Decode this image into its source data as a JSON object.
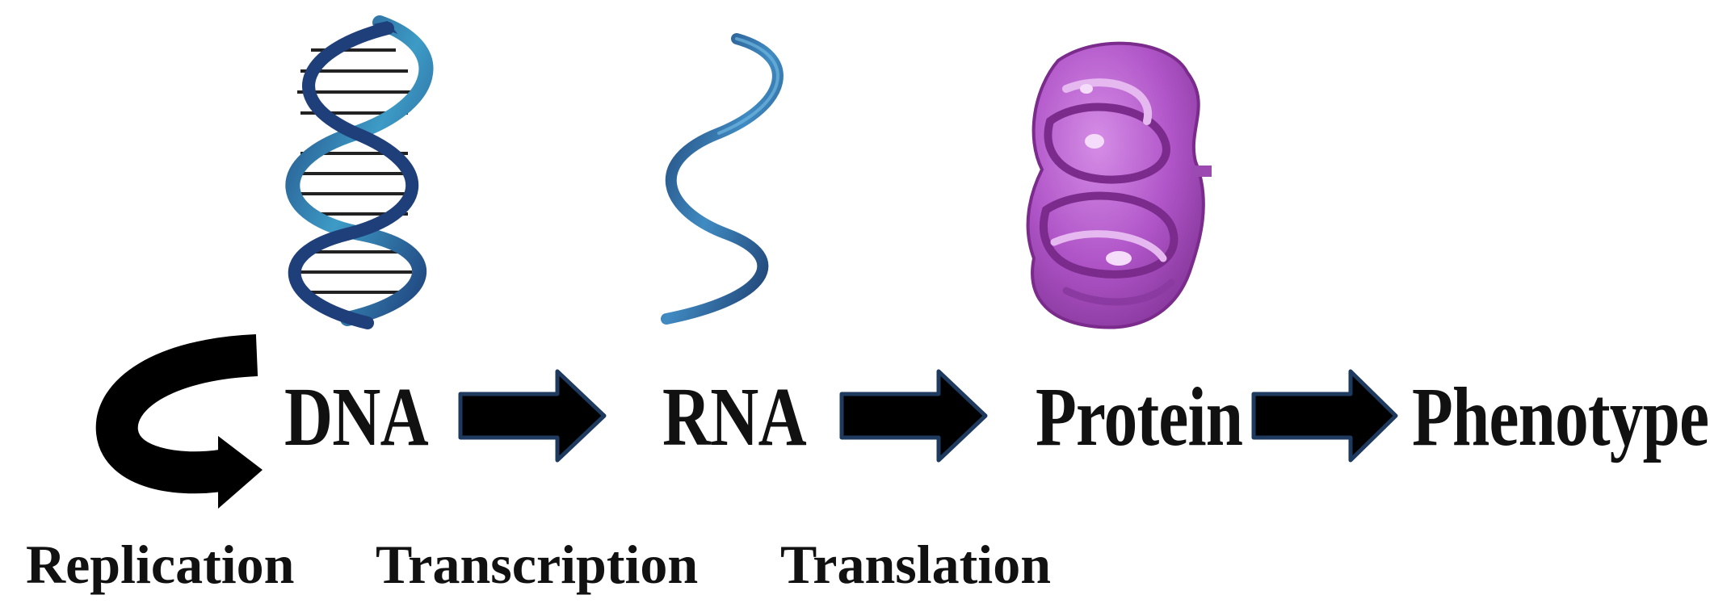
{
  "stages": {
    "dna": "DNA",
    "rna": "RNA",
    "protein": "Protein",
    "phenotype": "Phenotype"
  },
  "processes": {
    "replication": "Replication",
    "transcription": "Transcription",
    "translation": "Translation"
  },
  "colors": {
    "arrow_fill": "#000000",
    "arrow_outline": "#1f3a5f",
    "dna_strand_dark": "#1e3f7a",
    "dna_strand_light": "#3d9bc6",
    "dna_rungs": "#222222",
    "rna_strand": "#2b5fa0",
    "protein_fill": "#b055c8",
    "protein_dark": "#7a2b8c",
    "protein_light": "#e6b8f0"
  }
}
